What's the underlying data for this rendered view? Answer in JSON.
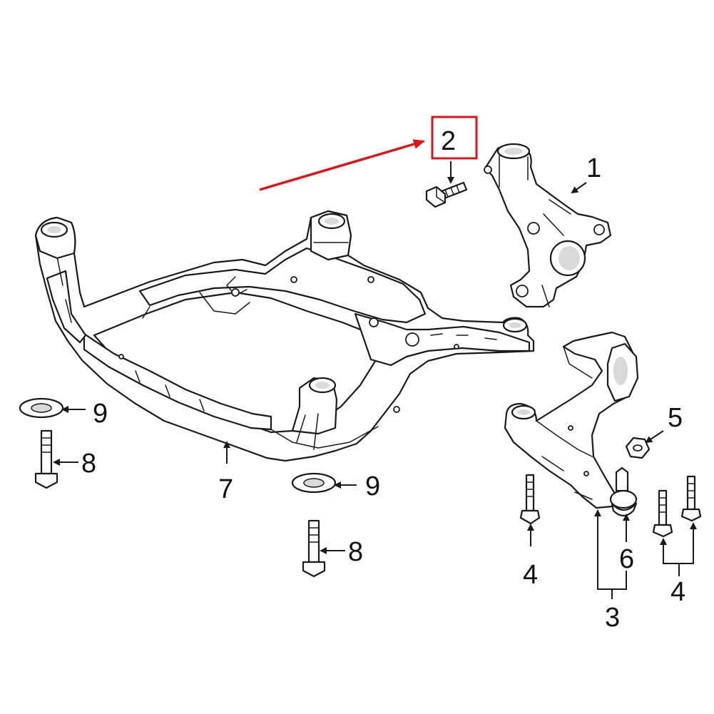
{
  "callouts": {
    "c1": "1",
    "c2": "2",
    "c3": "3",
    "c4a": "4",
    "c4b": "4",
    "c5": "5",
    "c6": "6",
    "c7": "7",
    "c8a": "8",
    "c8b": "8",
    "c9a": "9",
    "c9b": "9"
  },
  "highlight": {
    "box_color": "#d7191f",
    "arrow_color": "#d7191f",
    "target_callout": "2"
  },
  "colors": {
    "line": "#1a1a1a",
    "background": "#ffffff"
  }
}
